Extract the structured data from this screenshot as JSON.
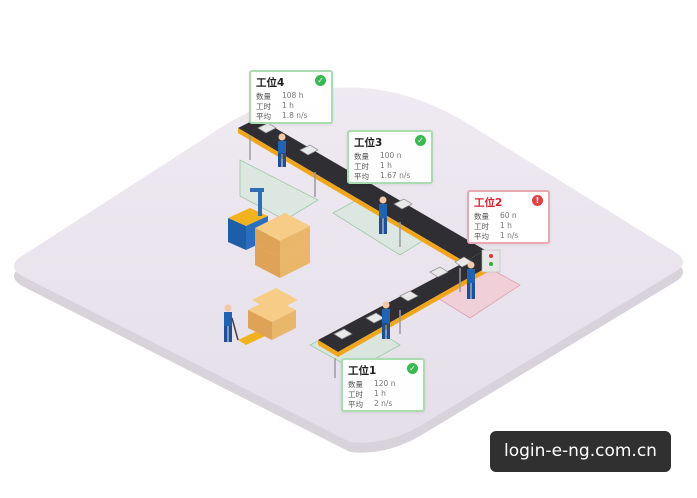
{
  "stations": [
    {
      "title": "工位4",
      "status": "ok",
      "rows": [
        {
          "label": "数量",
          "value": "108 h"
        },
        {
          "label": "工时",
          "value": "1 h"
        },
        {
          "label": "平均",
          "value": "1.8 n/s"
        }
      ]
    },
    {
      "title": "工位3",
      "status": "ok",
      "rows": [
        {
          "label": "数量",
          "value": "100 n"
        },
        {
          "label": "工时",
          "value": "1 h"
        },
        {
          "label": "平均",
          "value": "1.67 n/s"
        }
      ]
    },
    {
      "title": "工位2",
      "status": "alert",
      "rows": [
        {
          "label": "数量",
          "value": "60 n"
        },
        {
          "label": "工时",
          "value": "1 h"
        },
        {
          "label": "平均",
          "value": "1 n/s"
        }
      ]
    },
    {
      "title": "工位1",
      "status": "ok",
      "rows": [
        {
          "label": "数量",
          "value": "120 n"
        },
        {
          "label": "工时",
          "value": "1 h"
        },
        {
          "label": "平均",
          "value": "2 n/s"
        }
      ]
    }
  ],
  "icons": {
    "ok": "check-icon",
    "alert": "exclamation-icon"
  },
  "colors": {
    "ok_border": "#a9dcb0",
    "ok_icon": "#3cb853",
    "alert_border": "#e9a8b3",
    "alert_icon": "#e44040",
    "alert_title": "#d8232f",
    "belt": "#2f2f33",
    "belt_edge": "#f0a51c",
    "worker": "#1f63b2"
  },
  "watermark": "login-e-ng.com.cn"
}
